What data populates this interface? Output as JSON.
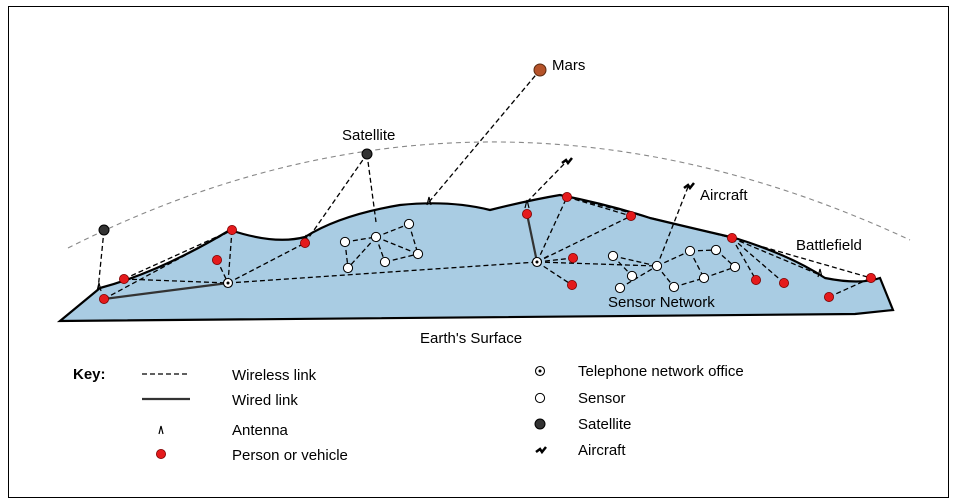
{
  "labels": {
    "mars": "Mars",
    "satellite": "Satellite",
    "aircraft": "Aircraft",
    "battlefield": "Battlefield",
    "sensor_network": "Sensor Network",
    "earth_surface": "Earth's Surface"
  },
  "key": {
    "title": "Key:",
    "wireless_link": "Wireless link",
    "wired_link": "Wired link",
    "antenna": "Antenna",
    "person_or_vehicle": "Person or vehicle",
    "telephone_office": "Telephone network office",
    "sensor": "Sensor",
    "satellite": "Satellite",
    "aircraft": "Aircraft"
  },
  "colors": {
    "earth_fill": "#a9cce3",
    "person": "#e41a1c",
    "mars": "#b5532a",
    "satellite": "#333333"
  }
}
